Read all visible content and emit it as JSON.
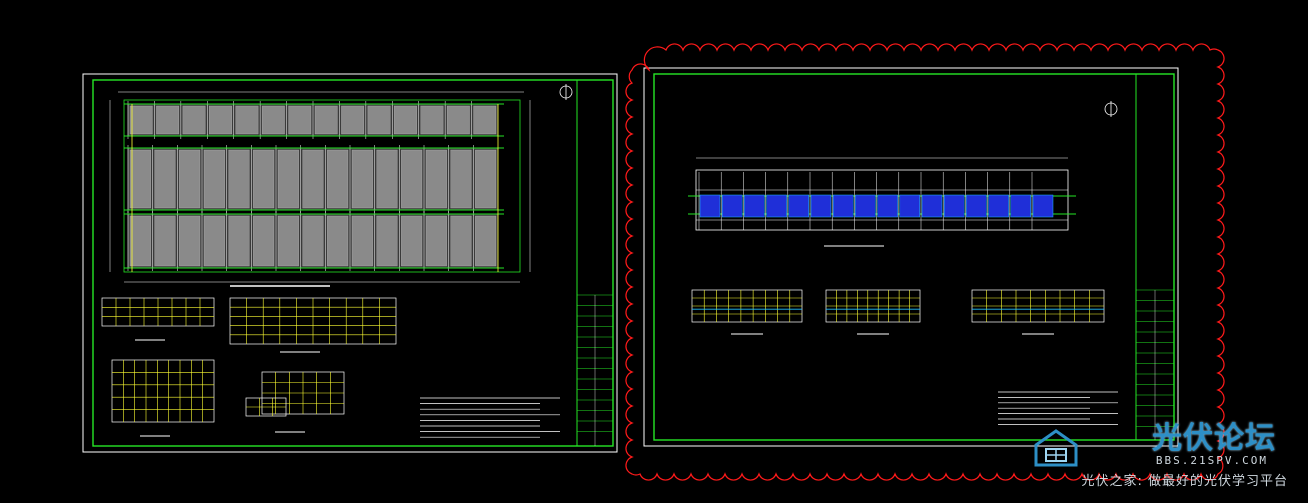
{
  "watermark": {
    "brand": "光伏论坛",
    "url": "BBS.21SPV.COM",
    "slogan": "光伏之家: 做最好的光伏学习平台"
  }
}
